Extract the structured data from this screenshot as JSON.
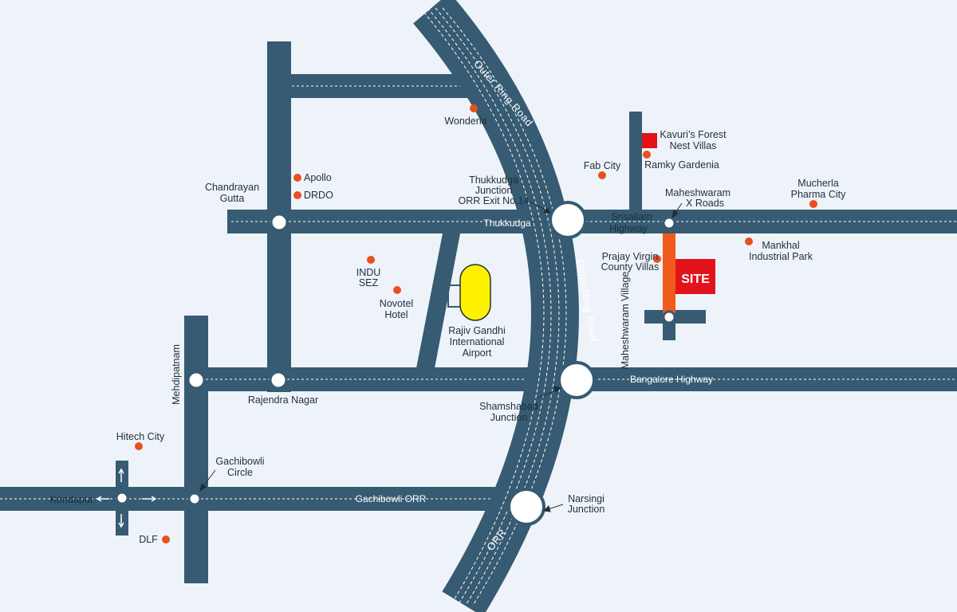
{
  "colors": {
    "background": "#eef3f9",
    "road": "#365b72",
    "poi_dot": "#e8501e",
    "site_red": "#e3131b",
    "site_connector": "#f05a1c",
    "airport_yellow": "#fff200"
  },
  "roads": {
    "outer_ring_road_top": "Outer Ring Road",
    "outer_ring_road_mid": "Outer Ring Road",
    "orr_short": "ORR",
    "thukkudga": "Thukkudga",
    "bangalore_highway": "Bangalore Highway",
    "gachibowli_orr": "Gachibowli ORR",
    "srisailam_highway": "Srisailam Highway",
    "maheshwaram_village": "Maheshwaram Village",
    "mehdipatnam": "Mehdipatnam"
  },
  "junctions": {
    "thukkudga_junction": "Thukkudga Junction ORR Exit No.14",
    "shamshabad_junction": "Shamshabad Junction",
    "narsingi_junction": "Narsingi Junction",
    "chandrayan_gutta": "Chandrayan Gutta",
    "rajendra_nagar": "Rajendra Nagar",
    "gachibowli_circle": "Gachibowli Circle",
    "maheshwaram_x_roads": "Maheshwaram X Roads",
    "kondapur": "Kondapur"
  },
  "places": {
    "wonderla": "Wonderla",
    "apollo": "Apollo",
    "drdo": "DRDO",
    "indu_sez": "INDU SEZ",
    "novotel_hotel": "Novotel Hotel",
    "airport": "Rajiv Gandhi International Airport",
    "fab_city": "Fab City",
    "kavuris_forest": "Kavuri's Forest Nest Villas",
    "ramky_gardenia": "Ramky Gardenia",
    "mucherla_pharma": "Mucherla Pharma City",
    "mankhal_park": "Mankhal Industrial Park",
    "prajay_virgin": "Prajay Virgin County Villas",
    "hitech_city": "Hitech City",
    "dlf": "DLF"
  },
  "site": {
    "label": "SITE"
  }
}
